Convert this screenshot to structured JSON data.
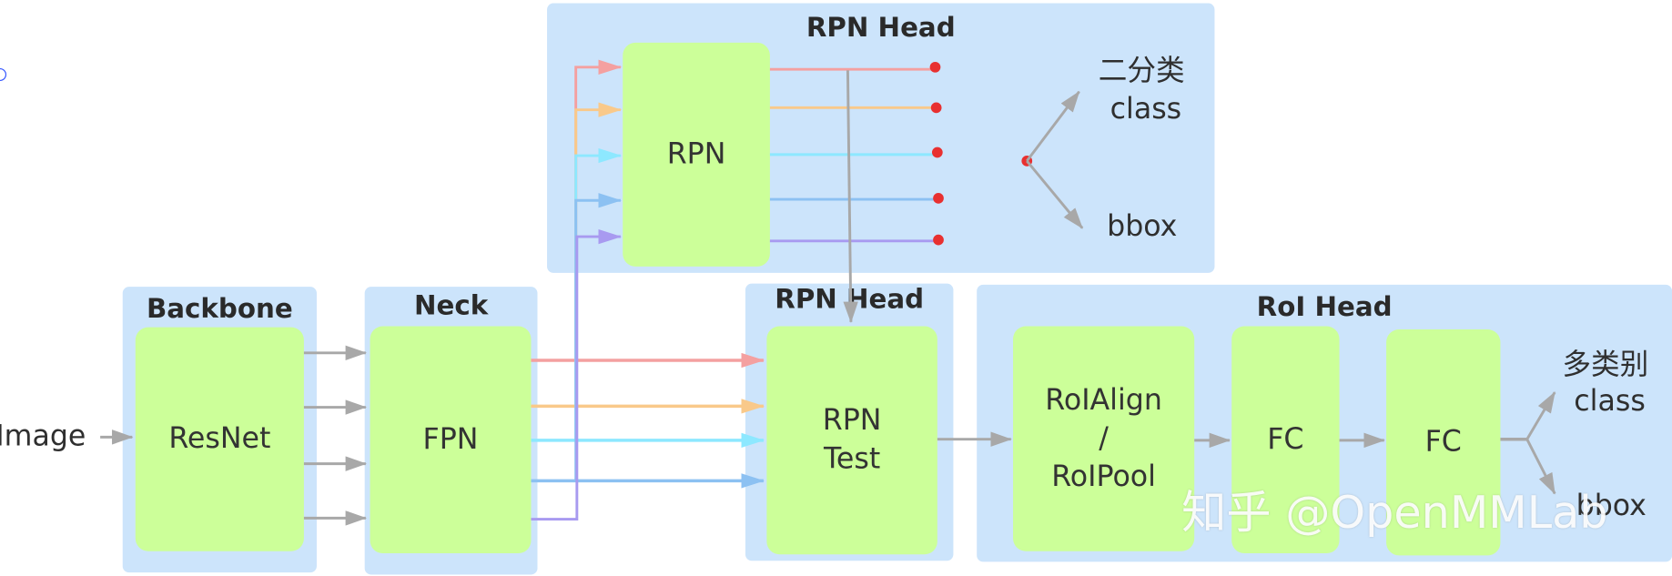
{
  "panels": {
    "rpn_head_top": "RPN Head",
    "backbone": "Backbone",
    "neck": "Neck",
    "rpn_head_mid": "RPN Head",
    "roi_head": "RoI Head"
  },
  "modules": {
    "rpn": "RPN",
    "resnet": "ResNet",
    "fpn": "FPN",
    "rpn_test_line1": "RPN",
    "rpn_test_line2": "Test",
    "roialign_line1": "RoIAlign",
    "roialign_line2": "/",
    "roialign_line3": "RoIPool",
    "fc1": "FC",
    "fc2": "FC"
  },
  "labels": {
    "input_image": "Image",
    "binary_cls_zh": "二分类",
    "binary_cls_en": "class",
    "rpn_bbox": "bbox",
    "multi_cls_zh": "多类别",
    "multi_cls_en": "class",
    "roi_bbox": "bbox"
  },
  "watermark": "知乎 @OpenMMLab",
  "colors": {
    "panel": "#cce4fb",
    "module": "#ccff99",
    "arrow_gray": "#a8a8a8",
    "level_1": "#f4a0a0",
    "level_2": "#f9c98a",
    "level_3": "#8de8ff",
    "level_4": "#8cc1f2",
    "level_5": "#a89af0",
    "output_dot": "#e83030"
  }
}
